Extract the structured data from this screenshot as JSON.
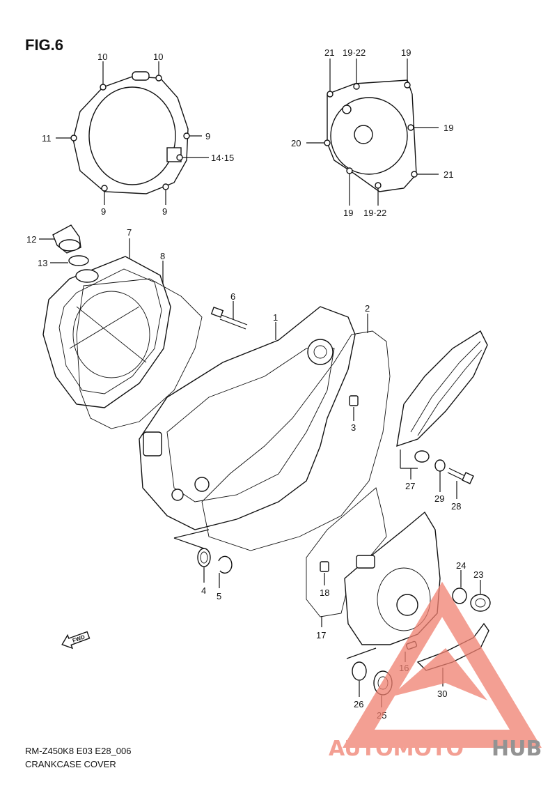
{
  "figure_title": "FIG.6",
  "caption": {
    "code": "RM-Z450K8 E03 E28_006",
    "title": "CRANKCASE COVER"
  },
  "fwd_label": "FWD",
  "watermark": {
    "part1": "AUTOMOTO",
    "part2": "HUB",
    "color_primary": "#f08070",
    "color_secondary": "#707070"
  },
  "callouts": {
    "c10a": "10",
    "c10b": "10",
    "c11": "11",
    "c9a": "9",
    "c1415": "14·15",
    "c9b": "9",
    "c9c": "9",
    "c21a": "21",
    "c1922a": "19·22",
    "c19a": "19",
    "c19b": "19",
    "c20": "20",
    "c21b": "21",
    "c19c": "19",
    "c1922b": "19·22",
    "c12": "12",
    "c13": "13",
    "c7": "7",
    "c8": "8",
    "c6": "6",
    "c1": "1",
    "c2": "2",
    "c3": "3",
    "c27": "27",
    "c29": "29",
    "c28": "28",
    "c4": "4",
    "c5": "5",
    "c18": "18",
    "c17": "17",
    "c24": "24",
    "c23": "23",
    "c16": "16",
    "c30": "30",
    "c26": "26",
    "c25": "25"
  }
}
